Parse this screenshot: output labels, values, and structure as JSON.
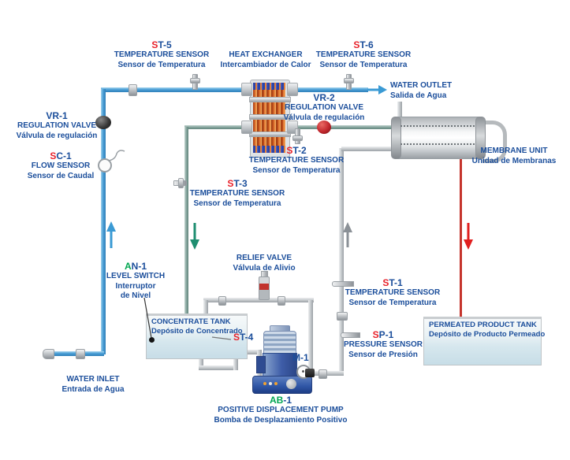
{
  "colors": {
    "label_blue": "#1b4e9b",
    "accent_red": "#e8212a",
    "accent_green": "#00a650",
    "pipe_blue": "#4a9fd6",
    "pipe_teal": "#84a49d",
    "pipe_gray": "#c6cacd",
    "permeate_red": "#c5342c",
    "valve_vr1": "#2b2b2b",
    "valve_vr2": "#c1272d"
  },
  "sensors": {
    "st5": {
      "code_prefix": "S",
      "code_suffix": "T-5",
      "name_en": "TEMPERATURE SENSOR",
      "name_es": "Sensor de Temperatura"
    },
    "st6": {
      "code_prefix": "S",
      "code_suffix": "T-6",
      "name_en": "TEMPERATURE SENSOR",
      "name_es": "Sensor de Temperatura"
    },
    "st2": {
      "code_prefix": "S",
      "code_suffix": "T-2",
      "name_en": "TEMPERATURE SENSOR",
      "name_es": "Sensor de Temperatura"
    },
    "st3": {
      "code_prefix": "S",
      "code_suffix": "T-3",
      "name_en": "TEMPERATURE SENSOR",
      "name_es": "Sensor de Temperatura"
    },
    "st1": {
      "code_prefix": "S",
      "code_suffix": "T-1",
      "name_en": "TEMPERATURE SENSOR",
      "name_es": "Sensor de Temperatura"
    },
    "st4": {
      "code_prefix": "S",
      "code_suffix": "T-4"
    },
    "sc1": {
      "code_prefix": "S",
      "code_suffix": "C-1",
      "name_en": "FLOW SENSOR",
      "name_es": "Sensor de Caudal"
    },
    "sp1": {
      "code_prefix": "S",
      "code_suffix": "P-1",
      "name_en": "PRESSURE SENSOR",
      "name_es": "Sensor de Presión"
    },
    "an1": {
      "code_prefix": "A",
      "code_suffix": "N-1",
      "name_en": "LEVEL SWITCH",
      "name_es_1": "Interruptor",
      "name_es_2": "de Nivel"
    }
  },
  "valves": {
    "vr1": {
      "code": "VR-1",
      "name_en": "REGULATION VALVE",
      "name_es": "Válvula de regulación"
    },
    "vr2": {
      "code": "VR-2",
      "name_en": "REGULATION VALVE",
      "name_es": "Válvula de regulación"
    },
    "relief": {
      "name_en": "RELIEF VALVE",
      "name_es": "Válvula de Alivio"
    }
  },
  "equipment": {
    "heat_exchanger": {
      "name_en": "HEAT EXCHANGER",
      "name_es": "Intercambiador de Calor"
    },
    "membrane_unit": {
      "name_en": "MEMBRANE UNIT",
      "name_es": "Unidad de Membranas"
    },
    "concentrate_tank": {
      "name_en": "CONCENTRATE TANK",
      "name_es": "Depósito de Concentrado"
    },
    "permeated_tank": {
      "name_en": "PERMEATED PRODUCT TANK",
      "name_es": "Depósito de Producto Permeado"
    },
    "pump": {
      "code_prefix": "AB",
      "code_suffix": "-1",
      "name_en": "POSITIVE DISPLACEMENT PUMP",
      "name_es": "Bomba de Desplazamiento Positivo"
    },
    "motor_gauge": {
      "code": "M-1"
    }
  },
  "streams": {
    "water_inlet": {
      "name_en": "WATER INLET",
      "name_es": "Entrada de Agua"
    },
    "water_outlet": {
      "name_en": "WATER OUTLET",
      "name_es": "Salida de Agua"
    }
  }
}
